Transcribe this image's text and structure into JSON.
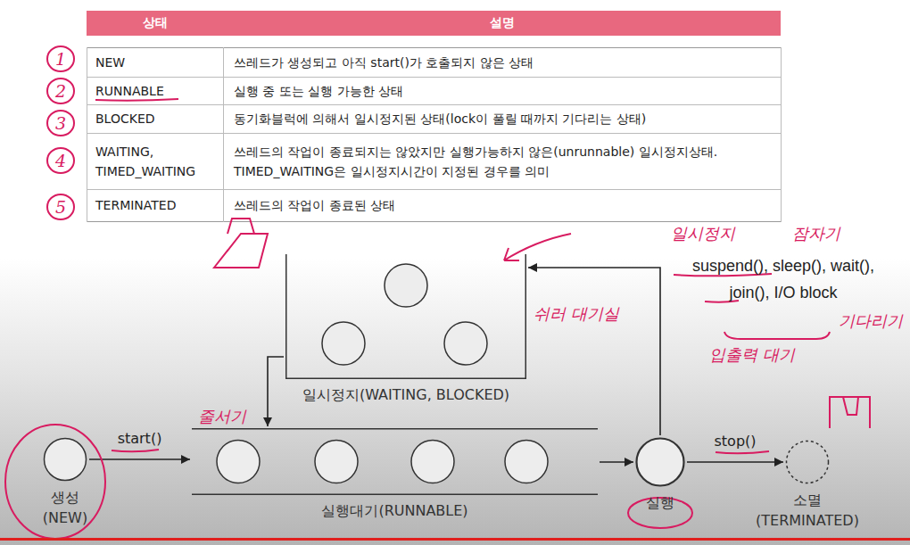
{
  "diagram": {
    "nodes": [
      {
        "text": [
          "생성 (NEW)"
        ]
      },
      {
        "text": [
          "실행대기(RUNNABLE)"
        ]
      },
      {
        "text": [
          "일시정지(WAITING, BLOCKED)"
        ]
      },
      {
        "text": [
          "실행"
        ]
      },
      {
        "text": [
          "소멸 (TERMINATED)"
        ]
      }
    ],
    "edges": [
      {
        "from": 0,
        "to": 1,
        "arrow": "to",
        "label": "start()"
      },
      {
        "from": 1,
        "to": 3,
        "arrow": "to"
      },
      {
        "from": 3,
        "to": 4,
        "arrow": "to",
        "label": "stop()"
      },
      {
        "from": 3,
        "to": 2,
        "arrow": "to"
      },
      {
        "from": 2,
        "to": 1,
        "arrow": "to"
      }
    ],
    "labels": [
      "상태",
      "설명",
      "NEW",
      "쓰레드가 생성되고 아직 start()가 호출되지 않은 상태",
      "RUNNABLE",
      "실행 중 또는 실행 가능한 상태",
      "BLOCKED",
      "동기화블럭에 의해서 일시정지된 상태(lock이 풀릴 때까지 기다리는 상태)",
      "WAITING, TIMED_WAITING",
      "쓰레드의 작업이 종료되지는 않았지만 실행가능하지 않은(unrunnable) 일시정지상태. TIMED_WAITING은 일시정지시간이 지정된 경우를 의미",
      "TERMINATED",
      "쓰레드의 작업이 종료된 상태",
      "1",
      "2",
      "3",
      "4",
      "5",
      "suspend(), sleep(), wait(), join(), I/O block",
      "일시정지",
      "잠자기",
      "기다리기",
      "입출력 대기",
      "쉬러 대기실",
      "줄서기"
    ]
  }
}
